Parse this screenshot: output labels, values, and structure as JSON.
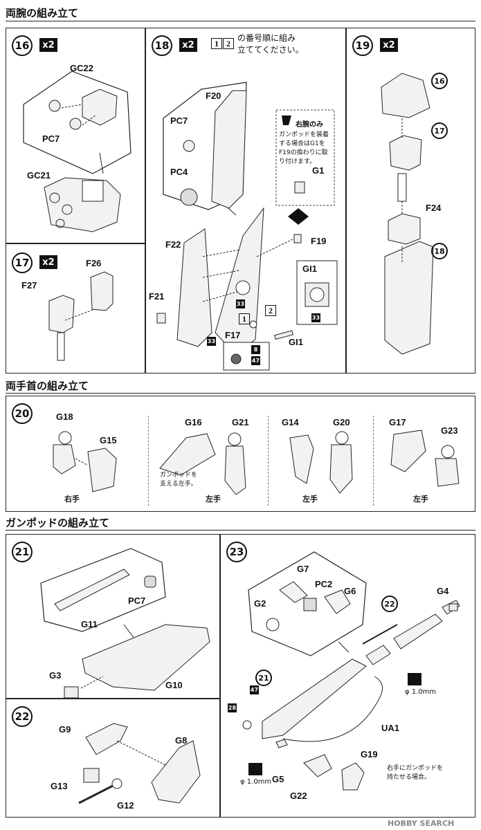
{
  "sections": {
    "arms_title": "両腕の組み立て",
    "wrists_title": "両手首の組み立て",
    "gunpod_title": "ガンポッドの組み立て"
  },
  "steps": {
    "s16": {
      "num": "16",
      "mult": "x2",
      "parts": [
        "GC22",
        "PC7",
        "GC21"
      ]
    },
    "s17": {
      "num": "17",
      "mult": "x2",
      "parts": [
        "F26",
        "F27"
      ]
    },
    "s18": {
      "num": "18",
      "mult": "x2",
      "order_boxes": [
        "1",
        "2"
      ],
      "order_note": "の番号順に組み\n立ててください。",
      "parts": [
        "F20",
        "PC7",
        "PC4",
        "G1",
        "F19",
        "F22",
        "F21",
        "F17",
        "GI1",
        "GI1"
      ],
      "right_only": "右腕のみ",
      "gunpod_note": "ガンポッドを装着\nする場合はG1を\nF19の換わりに取\nり付けます。",
      "markers": [
        "33",
        "33",
        "33",
        "8",
        "47"
      ],
      "seq": [
        "1",
        "2"
      ]
    },
    "s19": {
      "num": "19",
      "mult": "x2",
      "refs": [
        "16",
        "17",
        "18"
      ],
      "parts": [
        "F24"
      ]
    },
    "s20": {
      "num": "20",
      "groups": [
        {
          "parts": [
            "G18",
            "G15"
          ],
          "caption": "右手",
          "note": ""
        },
        {
          "parts": [
            "G16",
            "G21"
          ],
          "caption": "左手",
          "note": "ガンポッドを\n支える左手。"
        },
        {
          "parts": [
            "G14",
            "G20"
          ],
          "caption": "左手",
          "note": ""
        },
        {
          "parts": [
            "G17",
            "G23"
          ],
          "caption": "左手",
          "note": ""
        }
      ]
    },
    "s21": {
      "num": "21",
      "parts": [
        "G11",
        "PC7",
        "G3",
        "G10"
      ]
    },
    "s22": {
      "num": "22",
      "parts": [
        "G9",
        "G8",
        "G13",
        "G12"
      ]
    },
    "s23": {
      "num": "23",
      "parts": [
        "G7",
        "PC2",
        "G6",
        "G2",
        "G4",
        "UA1",
        "G5",
        "G22",
        "G19"
      ],
      "refs": [
        "22",
        "21"
      ],
      "markers": [
        "47",
        "28"
      ],
      "drill_a": "φ 1.0mm",
      "drill_b": "φ 1.0mm",
      "note": "右手にガンポッドを\n持たせる場合。"
    }
  },
  "watermark": "HOBBY SEARCH",
  "colors": {
    "ink": "#111111",
    "line": "#222222",
    "fill": "#f2f2f2"
  }
}
